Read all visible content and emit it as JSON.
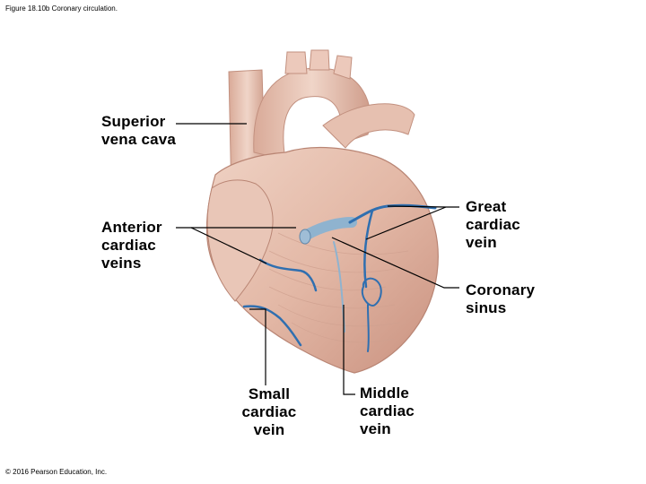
{
  "figure": {
    "caption": "Figure 18.10b Coronary circulation.",
    "copyright": "© 2016 Pearson Education, Inc."
  },
  "labels": {
    "superior_vena_cava": "Superior\nvena cava",
    "anterior_cardiac_veins": "Anterior\ncardiac\nveins",
    "great_cardiac_vein": "Great\ncardiac\nvein",
    "coronary_sinus": "Coronary\nsinus",
    "small_cardiac_vein": "Small\ncardiac\nvein",
    "middle_cardiac_vein": "Middle\ncardiac\nvein"
  },
  "colors": {
    "heart_tissue": "#e3b9a9",
    "heart_shadow": "#c99584",
    "vein": "#2f6fb0",
    "vein_light": "#8fb3cf",
    "leader_line": "#000000"
  }
}
